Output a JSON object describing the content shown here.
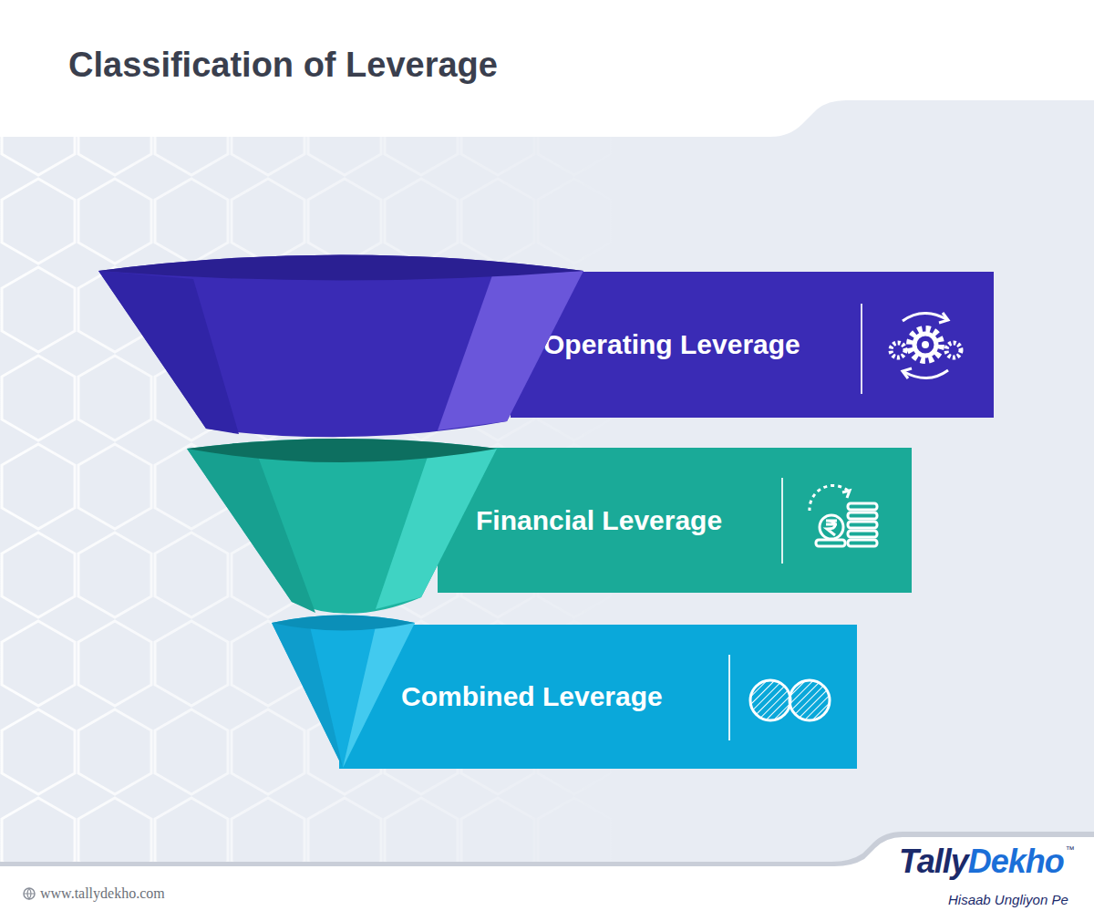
{
  "diagram": {
    "title": "Classification of Leverage",
    "nodes": [
      {
        "text": [
          "Operating Leverage"
        ]
      },
      {
        "text": [
          "Financial Leverage"
        ]
      },
      {
        "text": [
          "Combined Leverage"
        ]
      }
    ],
    "labels": [
      "www.tallydekho.com",
      "Tally",
      "Dekho",
      "™",
      "Hisaab Ungliyon Pe"
    ]
  }
}
